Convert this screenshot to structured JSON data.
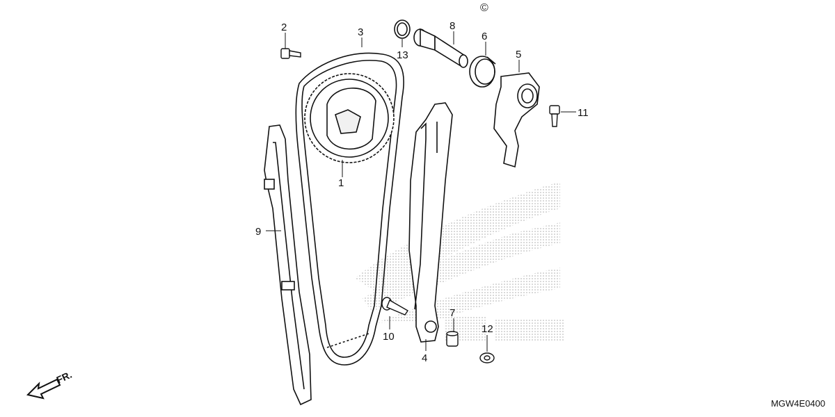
{
  "diagram": {
    "copyright_mark": "©",
    "front_label": "FR.",
    "drawing_code": "MGW4E0400",
    "callouts": [
      {
        "id": "callout-1",
        "label": "1"
      },
      {
        "id": "callout-2",
        "label": "2"
      },
      {
        "id": "callout-3",
        "label": "3"
      },
      {
        "id": "callout-4",
        "label": "4"
      },
      {
        "id": "callout-5",
        "label": "5"
      },
      {
        "id": "callout-6",
        "label": "6"
      },
      {
        "id": "callout-7",
        "label": "7"
      },
      {
        "id": "callout-8",
        "label": "8"
      },
      {
        "id": "callout-9",
        "label": "9"
      },
      {
        "id": "callout-10",
        "label": "10"
      },
      {
        "id": "callout-11",
        "label": "11"
      },
      {
        "id": "callout-12",
        "label": "12"
      },
      {
        "id": "callout-13",
        "label": "13"
      }
    ],
    "colors": {
      "line": "#111111",
      "watermark": "#c8c8c8"
    }
  }
}
